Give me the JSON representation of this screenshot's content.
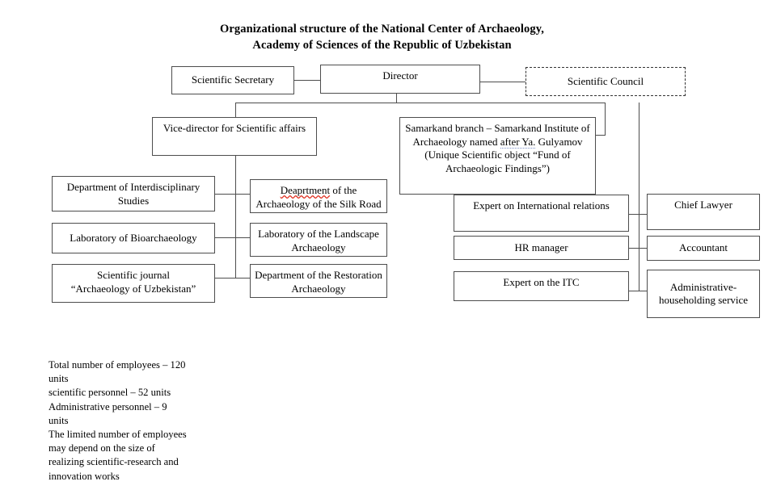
{
  "title": {
    "line1": "Organizational structure of the National Center of Archaeology,",
    "line2": "Academy of Sciences of the Republic of Uzbekistan"
  },
  "nodes": {
    "scientific_secretary": "Scientific Secretary",
    "director": "Director",
    "scientific_council": "Scientific Council",
    "vice_director": "Vice-director for Scientific affairs",
    "samarkand_branch_line1": "Samarkand branch – Samarkand Institute of",
    "samarkand_branch_line2_a": "Archaeology named ",
    "samarkand_branch_line2_b": "after  Ya.",
    "samarkand_branch_line2_c": " Gulyamov",
    "samarkand_branch_line3": "(Unique Scientific object “Fund of",
    "samarkand_branch_line4": "Archaeologic Findings”)",
    "dept_interdisciplinary": "Department of Interdisciplinary\nStudies",
    "lab_bioarchaeology": "Laboratory of Bioarchaeology",
    "scientific_journal": "Scientific journal\n“Archaeology of Uzbekistan”",
    "dept_silk_road_typo": "Deaprtment",
    "dept_silk_road_rest": " of the\nArchaeology of the Silk Road",
    "lab_landscape": "Laboratory of the Landscape\nArchaeology",
    "dept_restoration": "Department of the Restoration\nArchaeology",
    "expert_international": "Expert on International relations",
    "hr_manager": "HR manager",
    "expert_itc": "Expert on the ITC",
    "chief_lawyer": "Chief Lawyer",
    "accountant": "Accountant",
    "admin_household": "Administrative-\nhouseholding service"
  },
  "footer": {
    "text": "Total number of employees – 120\nunits\nscientific personnel – 52 units\nAdministrative personnel – 9\nunits\nThe limited number of employees\nmay depend on the size of\nrealizing scientific-research and\ninnovation works"
  },
  "colors": {
    "box_border": "#4d4d4d",
    "dashed_border": "#333333",
    "line": "#4d4d4d",
    "text": "#000000",
    "background": "#ffffff",
    "spellcheck_underline": "#e03022",
    "grammar_underline": "#7b8fc7"
  }
}
